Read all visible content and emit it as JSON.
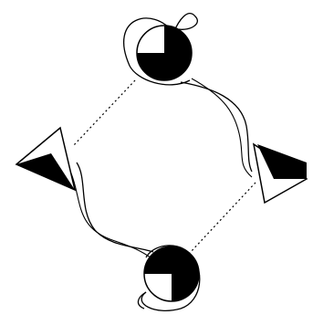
{
  "diagram": {
    "colors": {
      "background": "#ffffff",
      "stroke": "#000000",
      "fill_dark": "#000000",
      "fill_light": "#ffffff"
    },
    "nodes": [
      {
        "id": "top",
        "shape": "circle-half-filled"
      },
      {
        "id": "right",
        "shape": "triangle-half-filled"
      },
      {
        "id": "bottom",
        "shape": "circle-half-filled"
      },
      {
        "id": "left",
        "shape": "triangle-half-filled"
      }
    ],
    "edges": [
      {
        "from": "top",
        "to": "right",
        "style": "curve"
      },
      {
        "from": "top",
        "to": "left",
        "style": "dotted"
      },
      {
        "from": "right",
        "to": "bottom",
        "style": "dotted"
      },
      {
        "from": "left",
        "to": "bottom",
        "style": "curve"
      },
      {
        "from": "top",
        "to": "top",
        "style": "loop"
      },
      {
        "from": "bottom",
        "to": "bottom",
        "style": "loop"
      }
    ]
  }
}
